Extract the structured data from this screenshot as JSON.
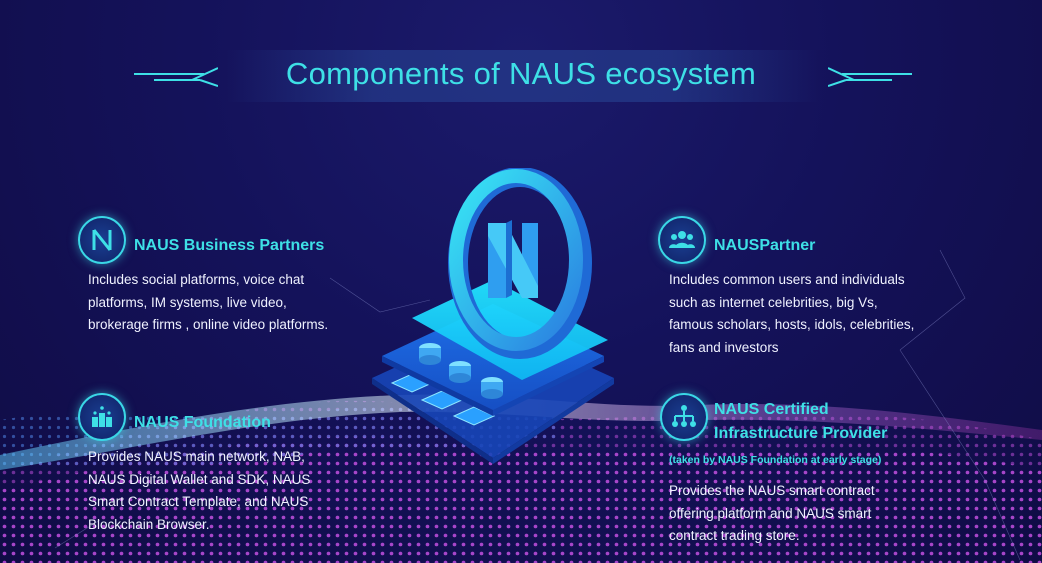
{
  "title": "Components of NAUS ecosystem",
  "colors": {
    "accent": "#3ee0e6",
    "background": "#14125a",
    "text": "#f0f2ff"
  },
  "sections": {
    "business_partners": {
      "icon": "naus-logo-icon",
      "heading": "NAUS Business Partners",
      "lines": [
        "Includes social platforms, voice chat",
        "platforms, IM systems, live video,",
        "brokerage firms , online video platforms."
      ]
    },
    "partner": {
      "icon": "people-group-icon",
      "heading": "NAUSPartner",
      "lines": [
        "Includes common users and individuals",
        "such as internet celebrities, big Vs,",
        "famous scholars, hosts, idols, celebrities,",
        "fans and investors"
      ]
    },
    "foundation": {
      "icon": "podium-icon",
      "heading": "NAUS Foundation",
      "lines": [
        "Provides NAUS main network, NAB,",
        "NAUS Digital Wallet and SDK, NAUS",
        "Smart Contract Template, and NAUS",
        "Blockchain Browser."
      ]
    },
    "infrastructure": {
      "icon": "network-hierarchy-icon",
      "heading_line1": "NAUS Certified",
      "heading_line2": "Infrastructure Provider",
      "note": "(taken by NAUS Foundation at early stage)",
      "lines": [
        "Provides the NAUS smart contract",
        "offering platform and NAUS smart",
        "contract trading store."
      ]
    }
  }
}
